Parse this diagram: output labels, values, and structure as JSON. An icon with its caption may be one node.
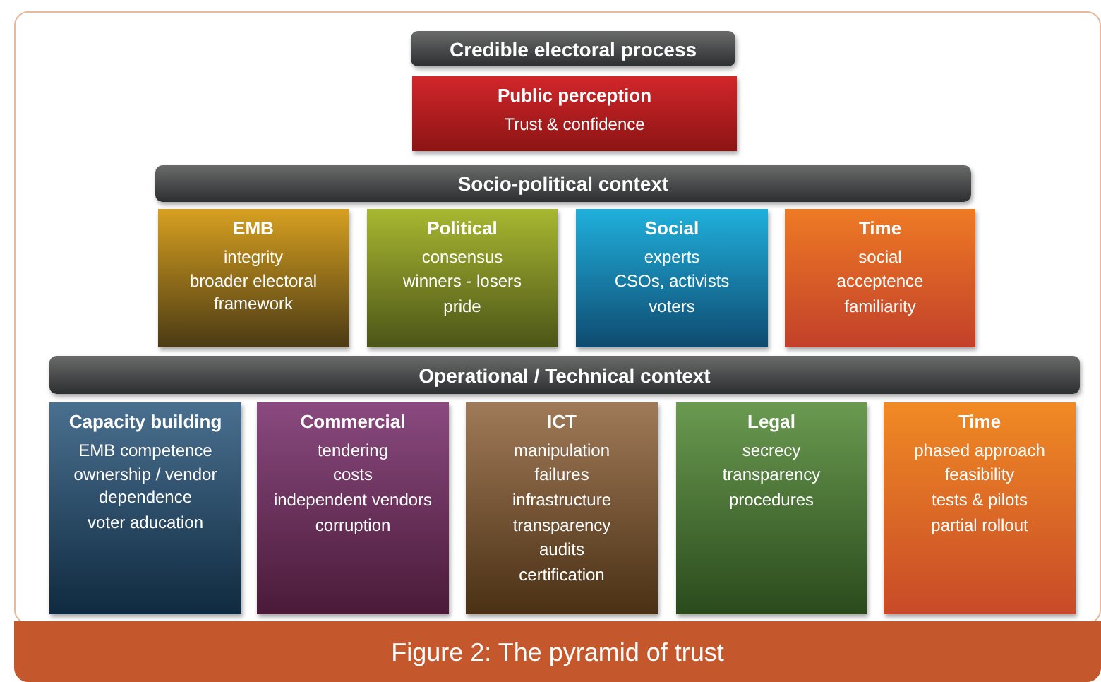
{
  "diagram": {
    "caption": "Figure 2: The pyramid of trust",
    "nodes": [
      {
        "text": [
          "Credible electoral process"
        ]
      },
      {
        "text": [
          "Public perception",
          "Trust & confidence"
        ]
      },
      {
        "text": [
          "Socio-political context"
        ]
      },
      {
        "text": [
          "EMB",
          "integrity",
          "broader electoral framework"
        ]
      },
      {
        "text": [
          "Political",
          "consensus",
          "winners - losers",
          "pride"
        ]
      },
      {
        "text": [
          "Social",
          "experts",
          "CSOs, activists",
          "voters"
        ]
      },
      {
        "text": [
          "Time",
          "social",
          "acceptence",
          "familiarity"
        ]
      },
      {
        "text": [
          "Operational / Technical context"
        ]
      },
      {
        "text": [
          "Capacity building",
          "EMB competence",
          "ownership / vendor dependence",
          "voter aducation"
        ]
      },
      {
        "text": [
          "Commercial",
          "tendering",
          "costs",
          "independent vendors",
          "corruption"
        ]
      },
      {
        "text": [
          "ICT",
          "manipulation",
          "failures",
          "infrastructure",
          "transparency",
          "audits",
          "certification"
        ]
      },
      {
        "text": [
          "Legal",
          "secrecy",
          "transparency",
          "procedures"
        ]
      },
      {
        "text": [
          "Time",
          "phased approach",
          "feasibility",
          "tests & pilots",
          "partial rollout"
        ]
      }
    ]
  }
}
